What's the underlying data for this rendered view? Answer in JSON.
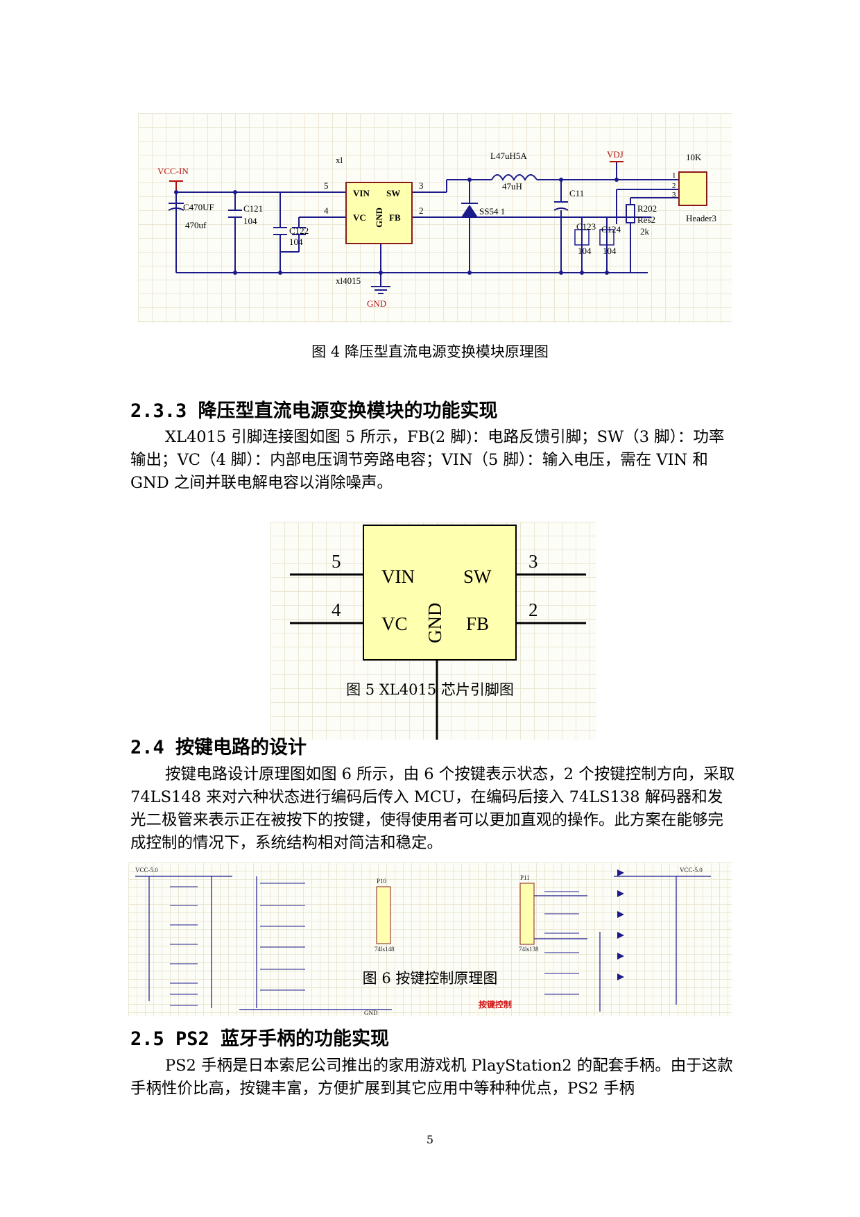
{
  "figure4": {
    "caption": "图 4  降压型直流电源变换模块原理图",
    "labels": {
      "vcc_in": "VCC-IN",
      "chip_ref": "xl",
      "chip_part": "xl4015",
      "gnd": "GND",
      "c470_ref": "C470UF",
      "c470_val": "470uf",
      "c121_ref": "C121",
      "c121_val": "104",
      "c122_ref": "C122",
      "c122_val": "104",
      "pin_vin": "VIN",
      "pin_sw": "SW",
      "pin_vc": "VC",
      "pin_fb": "FB",
      "pin_gnd": "GND",
      "pin5": "5",
      "pin3": "3",
      "pin4": "4",
      "pin2": "2",
      "inductor_ref": "L47uH5A",
      "inductor_val": "47uH",
      "diode": "SS54  1",
      "vdj": "VDJ",
      "c11": "C11",
      "c123_ref": "C123",
      "c123_val": "104",
      "c124_ref": "C124",
      "c124_val": "104",
      "r202_ref": "R202",
      "r202_name": "Res2",
      "r202_val": "2k",
      "header_10k": "10K",
      "header_ref": "Header3",
      "h1": "1",
      "h2": "2",
      "h3": "3"
    }
  },
  "section_233": {
    "heading": "2.3.3 降压型直流电源变换模块的功能实现",
    "paragraph": "XL4015 引脚连接图如图 5 所示，FB(2 脚)：电路反馈引脚；SW（3 脚）：功率输出；VC（4 脚）：内部电压调节旁路电容；VIN（5 脚）：输入电压，需在 VIN 和 GND 之间并联电解电容以消除噪声。"
  },
  "figure5": {
    "caption": "图 5  XL4015 芯片引脚图",
    "pin_vin": "VIN",
    "pin_sw": "SW",
    "pin_vc": "VC",
    "pin_fb": "FB",
    "pin_gnd": "GND",
    "num5": "5",
    "num3": "3",
    "num4": "4",
    "num2": "2"
  },
  "section_24": {
    "heading": "2.4  按键电路的设计",
    "paragraph": "按键电路设计原理图如图 6 所示，由 6 个按键表示状态，2 个按键控制方向，采取 74LS148 来对六种状态进行编码后传入 MCU，在编码后接入 74LS138 解码器和发光二极管来表示正在被按下的按键，使得使用者可以更加直观的操作。此方案在能够完成控制的情况下，系统结构相对简洁和稳定。"
  },
  "figure6": {
    "caption": "图 6  按键控制原理图",
    "title_red": "按键控制",
    "vcc_left": "VCC-5.0",
    "vcc_right": "VCC-5.0",
    "gnd": "GND",
    "p10": "P10",
    "p11": "P11",
    "chip1": "74ls148",
    "chip2": "74ls138"
  },
  "section_25": {
    "heading": "2.5  PS2 蓝牙手柄的功能实现",
    "paragraph": "PS2 手柄是日本索尼公司推出的家用游戏机 PlayStation2 的配套手柄。由于这款手柄性价比高，按键丰富，方便扩展到其它应用中等种种优点，PS2 手柄"
  },
  "page_number": "5"
}
